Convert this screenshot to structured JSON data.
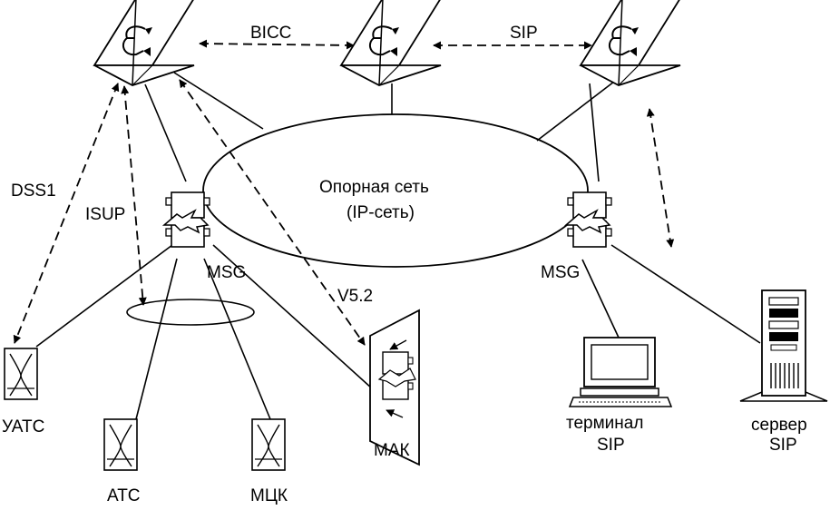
{
  "labels": {
    "bicc": "BICC",
    "sip_top": "SIP",
    "dss1": "DSS1",
    "isup": "ISUP",
    "v52": "V5.2",
    "core_network_line1": "Опорная сеть",
    "core_network_line2": "(IP-сеть)",
    "msg_left": "MSG",
    "msg_right": "MSG",
    "uats": "УАТС",
    "ats": "АТС",
    "mck": "МЦК",
    "mak": "МАК",
    "terminal_line1": "терминал",
    "terminal_line2": "SIP",
    "server_line1": "сервер",
    "server_line2": "SIP"
  },
  "icons": {
    "softswitch": "softswitch-pyramid-icon",
    "gateway": "media-gateway-icon",
    "exchange": "pbx-exchange-icon",
    "access": "access-node-icon",
    "terminal": "computer-terminal-icon",
    "server": "server-tower-icon"
  },
  "colors": {
    "line": "#000000",
    "background": "#ffffff"
  }
}
